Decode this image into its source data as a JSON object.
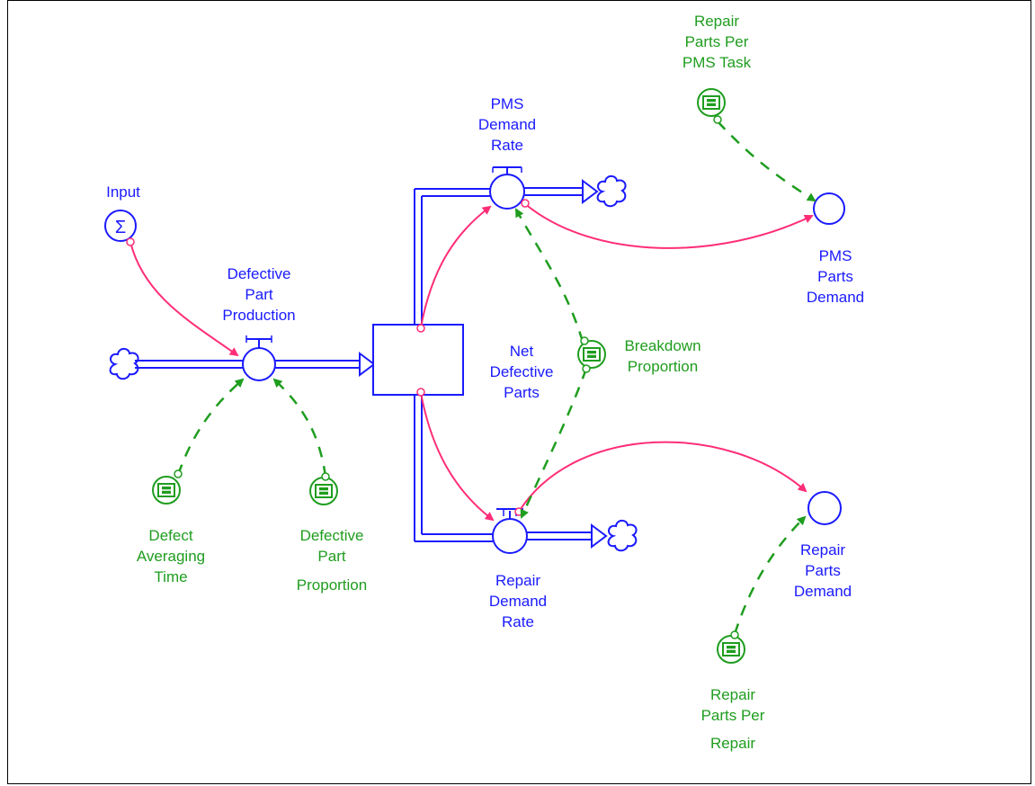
{
  "colors": {
    "stock_flow": "#1a1aff",
    "info_link_pink": "#ff2d78",
    "constant_link_green": "#1f9d1f",
    "frame": "#000000"
  },
  "stock": {
    "label": [
      "Net",
      "Defective",
      "Parts"
    ]
  },
  "flows": {
    "defective_part_production": {
      "label": [
        "Defective",
        "Part",
        "Production"
      ]
    },
    "pms_demand_rate": {
      "label": [
        "PMS",
        "Demand",
        "Rate"
      ]
    },
    "repair_demand_rate": {
      "label": [
        "Repair",
        "Demand",
        "Rate"
      ]
    }
  },
  "auxiliaries": {
    "input": {
      "label": [
        "Input"
      ],
      "icon": "sigma-icon",
      "symbol": "Σ"
    },
    "pms_parts_demand": {
      "label": [
        "PMS",
        "Parts",
        "Demand"
      ]
    },
    "repair_parts_demand": {
      "label": [
        "Repair",
        "Parts",
        "Demand"
      ]
    }
  },
  "constants": {
    "repair_parts_per_pms_task": {
      "label": [
        "Repair",
        "Parts Per",
        "PMS Task"
      ]
    },
    "breakdown_proportion": {
      "label": [
        "Breakdown",
        "Proportion"
      ]
    },
    "defect_averaging_time": {
      "label": [
        "Defect",
        "Averaging",
        "Time"
      ]
    },
    "defective_part_proportion": {
      "label": [
        "Defective",
        "Part",
        "Proportion"
      ]
    },
    "repair_parts_per_repair": {
      "label": [
        "Repair",
        "Parts Per",
        "Repair"
      ]
    }
  },
  "clouds": [
    "source-cloud",
    "pms-sink-cloud",
    "repair-sink-cloud"
  ]
}
